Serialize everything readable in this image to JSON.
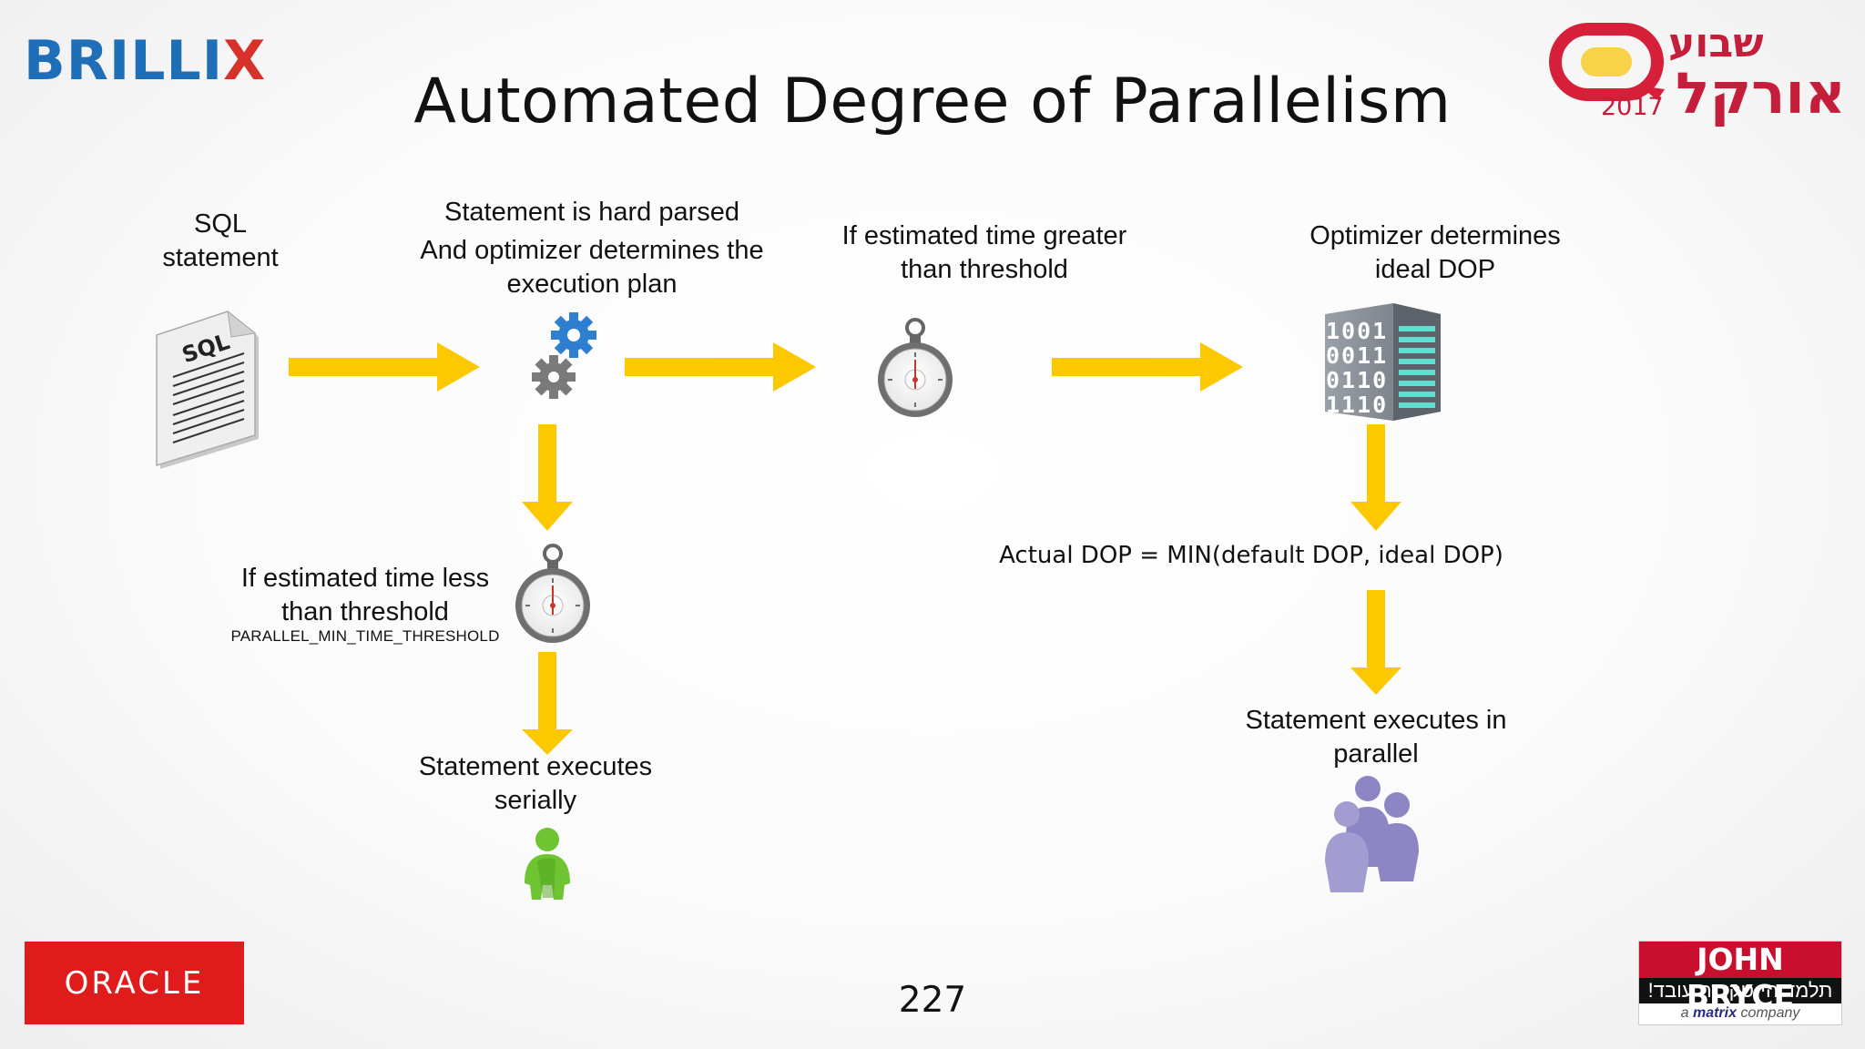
{
  "header": {
    "brand_left_main": "BRILLI",
    "brand_left_x": "X",
    "title": "Automated Degree of Parallelism",
    "brand_right_line1": "שבוע",
    "brand_right_line2": "אורקל",
    "brand_right_year": "2017"
  },
  "diagram": {
    "sql_label_line1": "SQL",
    "sql_label_line2": "statement",
    "sql_icon_text": "SQL",
    "parse_line1": "Statement is hard parsed",
    "parse_line2": "And optimizer determines the",
    "parse_line3": "execution plan",
    "greater_line1": "If estimated time greater",
    "greater_line2": "than threshold",
    "ideal_line1": "Optimizer determines",
    "ideal_line2": "ideal DOP",
    "binary_rows": [
      "1001",
      "0011",
      "0110",
      "1110"
    ],
    "less_line1": "If estimated time less",
    "less_line2": "than threshold",
    "less_param": "PARALLEL_MIN_TIME_THRESHOLD",
    "formula": "Actual DOP = MIN(default DOP, ideal DOP)",
    "serial_line1": "Statement executes",
    "serial_line2": "serially",
    "parallel_line1": "Statement executes in",
    "parallel_line2": "parallel"
  },
  "footer": {
    "oracle": "ORACLE",
    "page_number": "227",
    "jb_top": "JOHN BRYCE",
    "jb_mid": "תלמד הי-טק. זה עובד!",
    "jb_bot_prefix": "a ",
    "jb_bot_brand": "matrix",
    "jb_bot_suffix": " company"
  },
  "colors": {
    "arrow": "#fcc900",
    "gear_blue": "#2f7fd1",
    "gear_gray": "#7a7a7a",
    "person_green": "#6fc431",
    "person_purple": "#8c86c4",
    "brand_blue": "#1f6fb8",
    "brand_red": "#d6322b",
    "oracle_red": "#e01b1b"
  }
}
